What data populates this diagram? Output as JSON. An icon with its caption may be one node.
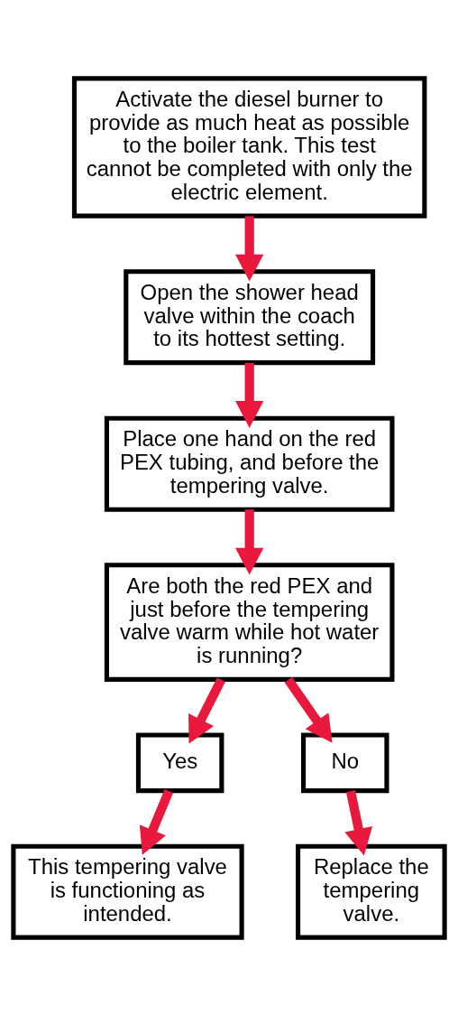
{
  "diagram": {
    "nodes": [
      {
        "text": [
          "Activate the diesel burner to provide as much heat as possible to the boiler tank. This test cannot be completed with only the electric element."
        ]
      },
      {
        "text": [
          "Open the shower head valve within the coach to its hottest setting."
        ]
      },
      {
        "text": [
          "Place one hand on the red PEX tubing, and before the tempering valve."
        ]
      },
      {
        "text": [
          "Are both the red PEX and just before the tempering valve warm while hot water is running?"
        ]
      },
      {
        "text": [
          "Yes"
        ]
      },
      {
        "text": [
          "No"
        ]
      },
      {
        "text": [
          "This tempering valve is functioning as intended."
        ]
      },
      {
        "text": [
          "Replace the tempering valve."
        ]
      }
    ],
    "edges": [
      {
        "from": 0,
        "to": 1,
        "arrow": "to"
      },
      {
        "from": 1,
        "to": 2,
        "arrow": "to"
      },
      {
        "from": 2,
        "to": 3,
        "arrow": "to"
      },
      {
        "from": 3,
        "to": 4,
        "arrow": "to"
      },
      {
        "from": 3,
        "to": 5,
        "arrow": "to"
      },
      {
        "from": 4,
        "to": 6,
        "arrow": "to"
      },
      {
        "from": 5,
        "to": 7,
        "arrow": "to"
      }
    ]
  }
}
